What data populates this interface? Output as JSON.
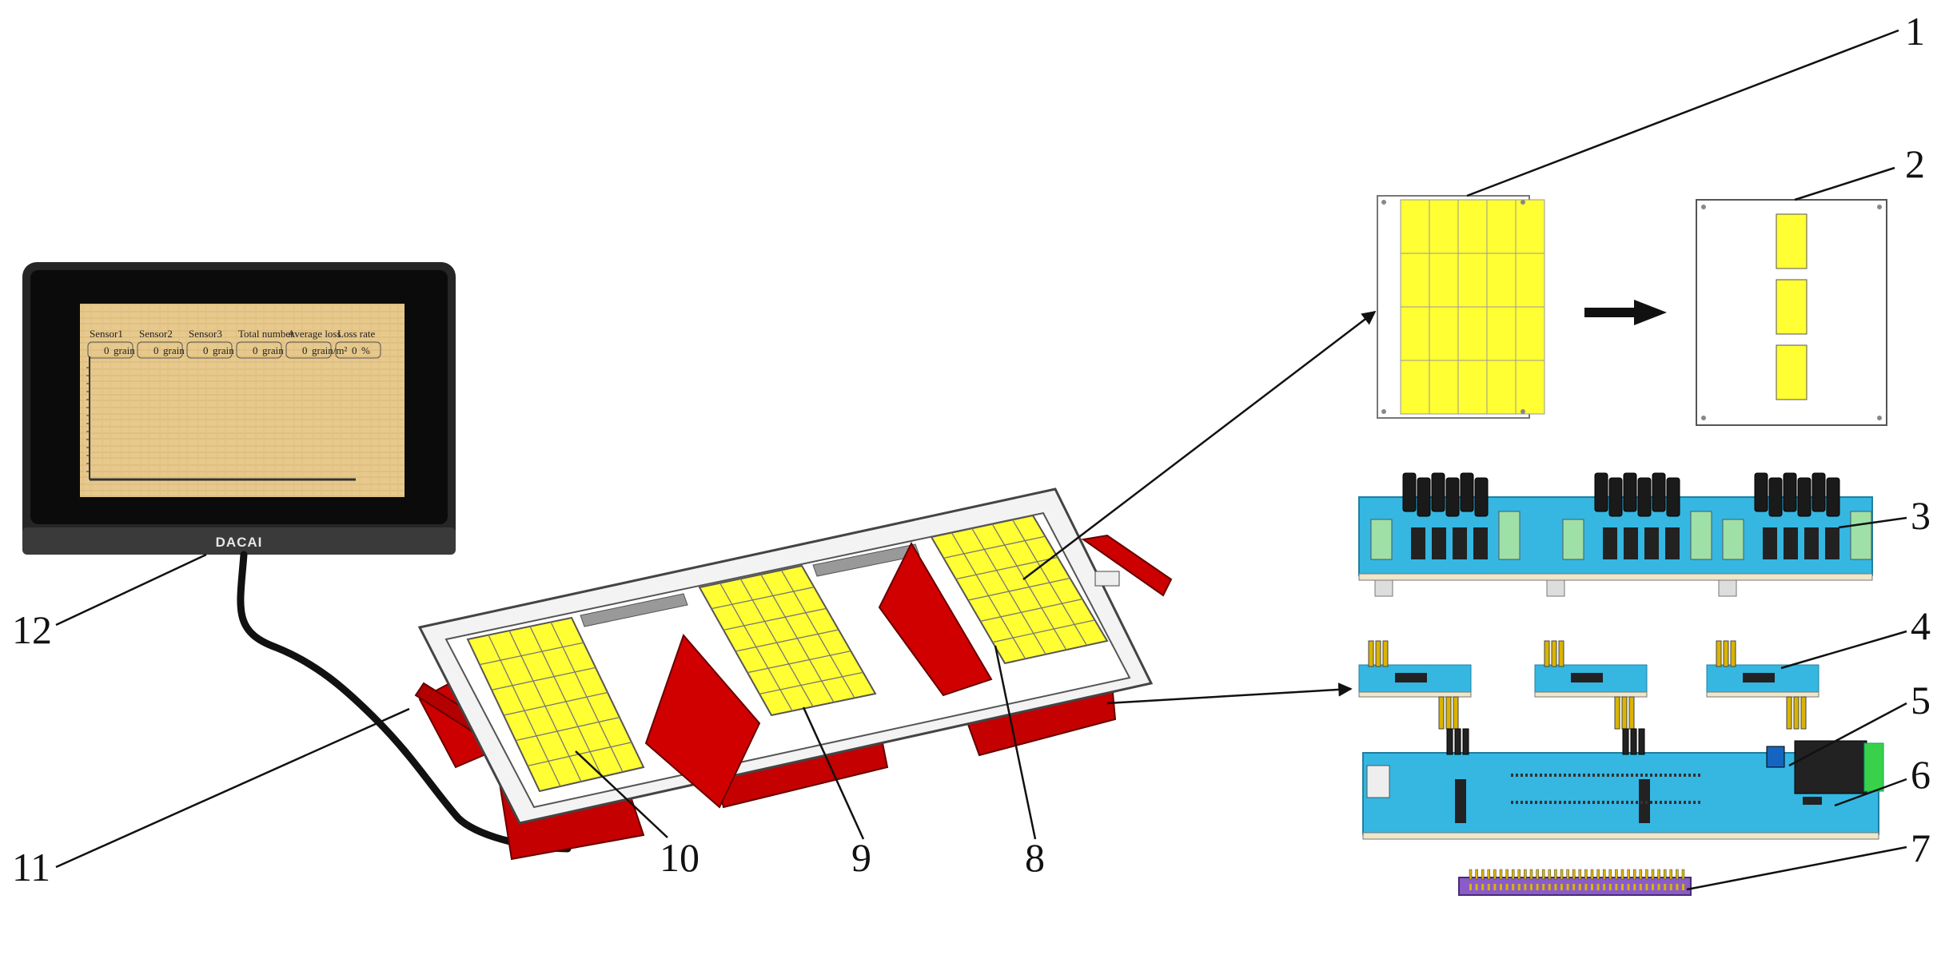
{
  "callouts": [
    {
      "label": "1"
    },
    {
      "label": "2"
    },
    {
      "label": "3"
    },
    {
      "label": "4"
    },
    {
      "label": "5"
    },
    {
      "label": "6"
    },
    {
      "label": "7"
    },
    {
      "label": "8"
    },
    {
      "label": "9"
    },
    {
      "label": "10"
    },
    {
      "label": "11"
    },
    {
      "label": "12"
    }
  ],
  "display": {
    "brand": "DACAI",
    "columns": [
      {
        "header": "Sensor1",
        "value": "0",
        "unit": "grain"
      },
      {
        "header": "Sensor2",
        "value": "0",
        "unit": "grain"
      },
      {
        "header": "Sensor3",
        "value": "0",
        "unit": "grain"
      },
      {
        "header": "Total number",
        "value": "0",
        "unit": "grain"
      },
      {
        "header": "Average loss",
        "value": "0",
        "unit": "grain/m²"
      },
      {
        "header": "Loss rate",
        "value": "0",
        "unit": "%"
      }
    ]
  },
  "colors": {
    "sensor_yellow": "#ffff33",
    "housing_red": "#d40000",
    "pcb_blue": "#35b7e2",
    "connector_purple": "#8a5cc7"
  }
}
